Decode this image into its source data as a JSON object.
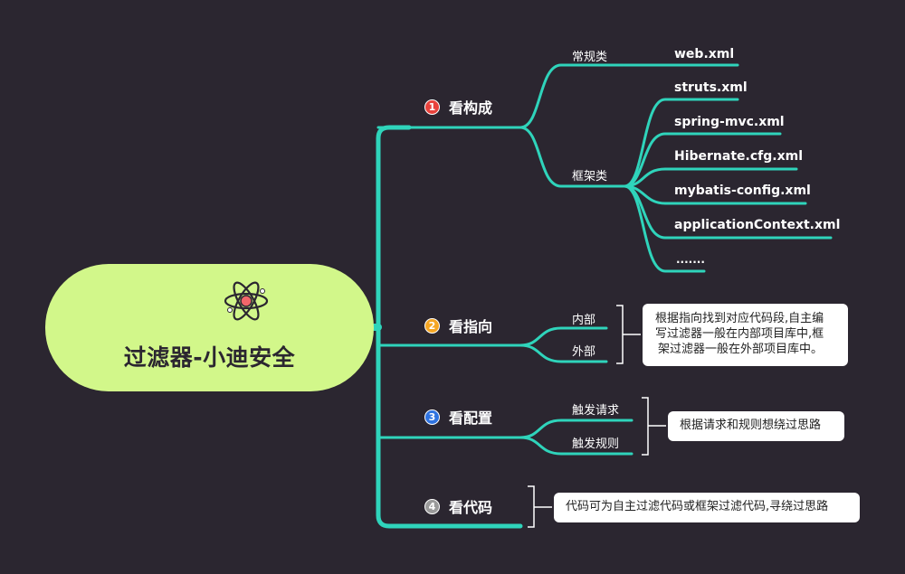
{
  "root": {
    "title": "过滤器-小迪安全",
    "icon": "atom-icon"
  },
  "colors": {
    "background": "#2b2630",
    "root_fill": "#d2f78a",
    "line": "#2fd4bb",
    "badge1": "#e8423c",
    "badge2": "#f5a623",
    "badge3": "#2f73e0",
    "badge4": "#9a9a9a"
  },
  "branches": [
    {
      "num": "1",
      "label": "看构成",
      "groups": [
        {
          "label": "常规类",
          "leaves": [
            "web.xml"
          ]
        },
        {
          "label": "框架类",
          "leaves": [
            "struts.xml",
            "spring-mvc.xml",
            "Hibernate.cfg.xml",
            "mybatis-config.xml",
            "applicationContext.xml",
            "......."
          ]
        }
      ]
    },
    {
      "num": "2",
      "label": "看指向",
      "subs": [
        "内部",
        "外部"
      ],
      "note": [
        "根据指向找到对应代码段,自主编",
        "写过滤器一般在内部项目库中,框",
        "架过滤器一般在外部项目库中。"
      ]
    },
    {
      "num": "3",
      "label": "看配置",
      "subs": [
        "触发请求",
        "触发规则"
      ],
      "note": [
        "根据请求和规则想绕过思路"
      ]
    },
    {
      "num": "4",
      "label": "看代码",
      "note": [
        "代码可为自主过滤代码或框架过滤代码,寻绕过思路"
      ]
    }
  ]
}
